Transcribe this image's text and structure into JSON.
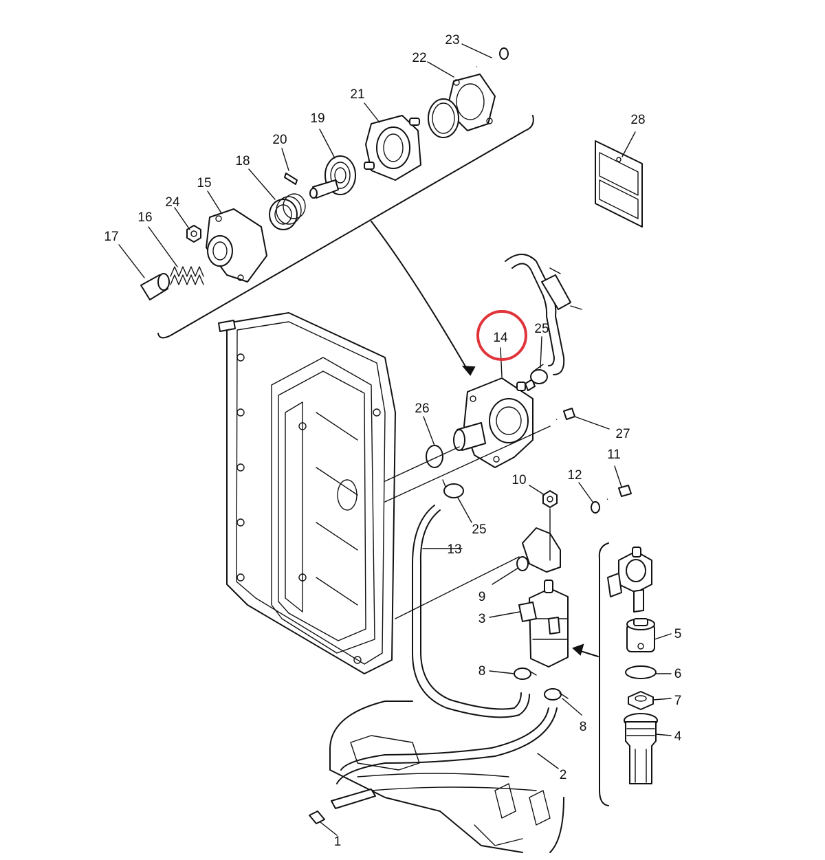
{
  "diagram": {
    "highlight_color": "#e0333a",
    "line_color": "#111111",
    "background_color": "#ffffff",
    "highlighted_part": "14",
    "callouts": [
      {
        "key": "c1",
        "label": "1"
      },
      {
        "key": "c2",
        "label": "2"
      },
      {
        "key": "c3",
        "label": "3"
      },
      {
        "key": "c4",
        "label": "4"
      },
      {
        "key": "c5",
        "label": "5"
      },
      {
        "key": "c6",
        "label": "6"
      },
      {
        "key": "c7",
        "label": "7"
      },
      {
        "key": "c8a",
        "label": "8"
      },
      {
        "key": "c8b",
        "label": "8"
      },
      {
        "key": "c9",
        "label": "9"
      },
      {
        "key": "c10",
        "label": "10"
      },
      {
        "key": "c11",
        "label": "11"
      },
      {
        "key": "c12",
        "label": "12"
      },
      {
        "key": "c13",
        "label": "13"
      },
      {
        "key": "c14",
        "label": "14"
      },
      {
        "key": "c15",
        "label": "15"
      },
      {
        "key": "c16",
        "label": "16"
      },
      {
        "key": "c17",
        "label": "17"
      },
      {
        "key": "c18",
        "label": "18"
      },
      {
        "key": "c19",
        "label": "19"
      },
      {
        "key": "c20",
        "label": "20"
      },
      {
        "key": "c21",
        "label": "21"
      },
      {
        "key": "c22",
        "label": "22"
      },
      {
        "key": "c23",
        "label": "23"
      },
      {
        "key": "c24",
        "label": "24"
      },
      {
        "key": "c25a",
        "label": "25"
      },
      {
        "key": "c25b",
        "label": "25"
      },
      {
        "key": "c26",
        "label": "26"
      },
      {
        "key": "c27",
        "label": "27"
      },
      {
        "key": "c28",
        "label": "28"
      }
    ]
  }
}
